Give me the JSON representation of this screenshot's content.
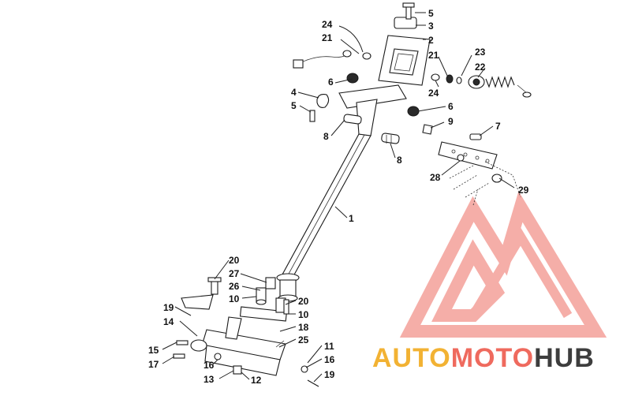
{
  "callouts": [
    {
      "id": "c5a",
      "label": "5"
    },
    {
      "id": "c3",
      "label": "3"
    },
    {
      "id": "c24a",
      "label": "24"
    },
    {
      "id": "c2",
      "label": "2"
    },
    {
      "id": "c21a",
      "label": "21"
    },
    {
      "id": "c23",
      "label": "23"
    },
    {
      "id": "c21b",
      "label": "21"
    },
    {
      "id": "c22",
      "label": "22"
    },
    {
      "id": "c24b",
      "label": "24"
    },
    {
      "id": "c4",
      "label": "4"
    },
    {
      "id": "c6a",
      "label": "6"
    },
    {
      "id": "c5b",
      "label": "5"
    },
    {
      "id": "c6b",
      "label": "6"
    },
    {
      "id": "c9",
      "label": "9"
    },
    {
      "id": "c7",
      "label": "7"
    },
    {
      "id": "c8a",
      "label": "8"
    },
    {
      "id": "c8b",
      "label": "8"
    },
    {
      "id": "c28",
      "label": "28"
    },
    {
      "id": "c29",
      "label": "29"
    },
    {
      "id": "c1",
      "label": "1"
    },
    {
      "id": "c20a",
      "label": "20"
    },
    {
      "id": "c27",
      "label": "27"
    },
    {
      "id": "c26",
      "label": "26"
    },
    {
      "id": "c10a",
      "label": "10"
    },
    {
      "id": "c20b",
      "label": "20"
    },
    {
      "id": "c19a",
      "label": "19"
    },
    {
      "id": "c10b",
      "label": "10"
    },
    {
      "id": "c14",
      "label": "14"
    },
    {
      "id": "c18",
      "label": "18"
    },
    {
      "id": "c25",
      "label": "25"
    },
    {
      "id": "c15",
      "label": "15"
    },
    {
      "id": "c11",
      "label": "11"
    },
    {
      "id": "c17",
      "label": "17"
    },
    {
      "id": "c16a",
      "label": "16"
    },
    {
      "id": "c16b",
      "label": "16"
    },
    {
      "id": "c13",
      "label": "13"
    },
    {
      "id": "c12",
      "label": "12"
    },
    {
      "id": "c19b",
      "label": "19"
    }
  ],
  "watermark": {
    "part1": "AUTO",
    "part2": "MOTO",
    "part3": "HUB",
    "colors": {
      "auto": "#f2b233",
      "moto": "#ef6a5e",
      "hub": "#3d3d3d",
      "logo": "#f4a09a"
    }
  }
}
